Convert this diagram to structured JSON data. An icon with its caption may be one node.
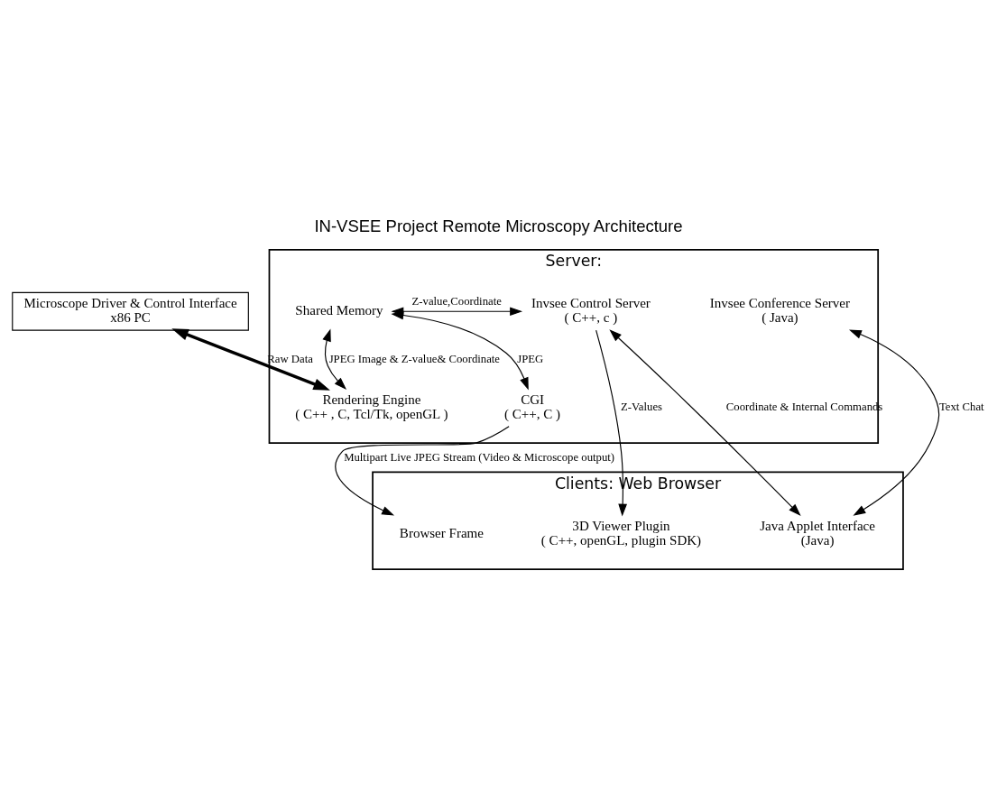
{
  "diagram": {
    "title": "IN-VSEE Project Remote Microscopy Architecture",
    "nodes": [
      {
        "text": [
          "Microscope Driver & Control Interface",
          "x86 PC"
        ]
      },
      {
        "text": [
          "Server:"
        ]
      },
      {
        "text": [
          "Rendering Engine",
          "( C++ , C, Tcl/Tk, openGL )"
        ],
        "in": 1
      },
      {
        "text": [
          "Shared Memory"
        ],
        "in": 1
      },
      {
        "text": [
          "Invsee Control Server",
          "( C++, c )"
        ],
        "in": 1
      },
      {
        "text": [
          "Invsee Conference Server",
          "( Java)"
        ],
        "in": 1
      },
      {
        "text": [
          "CGI",
          "( C++, C )"
        ],
        "in": 1
      },
      {
        "text": [
          "Clients: Web Browser"
        ]
      },
      {
        "text": [
          "Java Applet Interface",
          "(Java)"
        ],
        "in": 7
      },
      {
        "text": [
          "Browser Frame"
        ],
        "in": 7
      },
      {
        "text": [
          "3D Viewer Plugin",
          "( C++, openGL, plugin SDK)"
        ],
        "in": 7
      }
    ],
    "edges": [
      {
        "from": 0,
        "to": 2,
        "arrow": "both",
        "label": "Raw Data",
        "style": "thick"
      },
      {
        "from": 3,
        "to": 2,
        "arrow": "both",
        "label": "JPEG Image & Z-value& Coordinate"
      },
      {
        "from": 3,
        "to": 4,
        "arrow": "both",
        "label": "Z-value,Coordinate"
      },
      {
        "from": 3,
        "to": 6,
        "arrow": "both",
        "label": "JPEG"
      },
      {
        "from": 4,
        "to": 10,
        "arrow": "to",
        "label": "Z-Values"
      },
      {
        "from": 4,
        "to": 8,
        "arrow": "both",
        "label": "Coordinate & Internal Commands"
      },
      {
        "from": 5,
        "to": 8,
        "arrow": "both",
        "label": "Text Chat"
      },
      {
        "from": 6,
        "to": 9,
        "arrow": "to",
        "label": "Multipart Live JPEG Stream (Video & Microscope output)"
      }
    ]
  }
}
